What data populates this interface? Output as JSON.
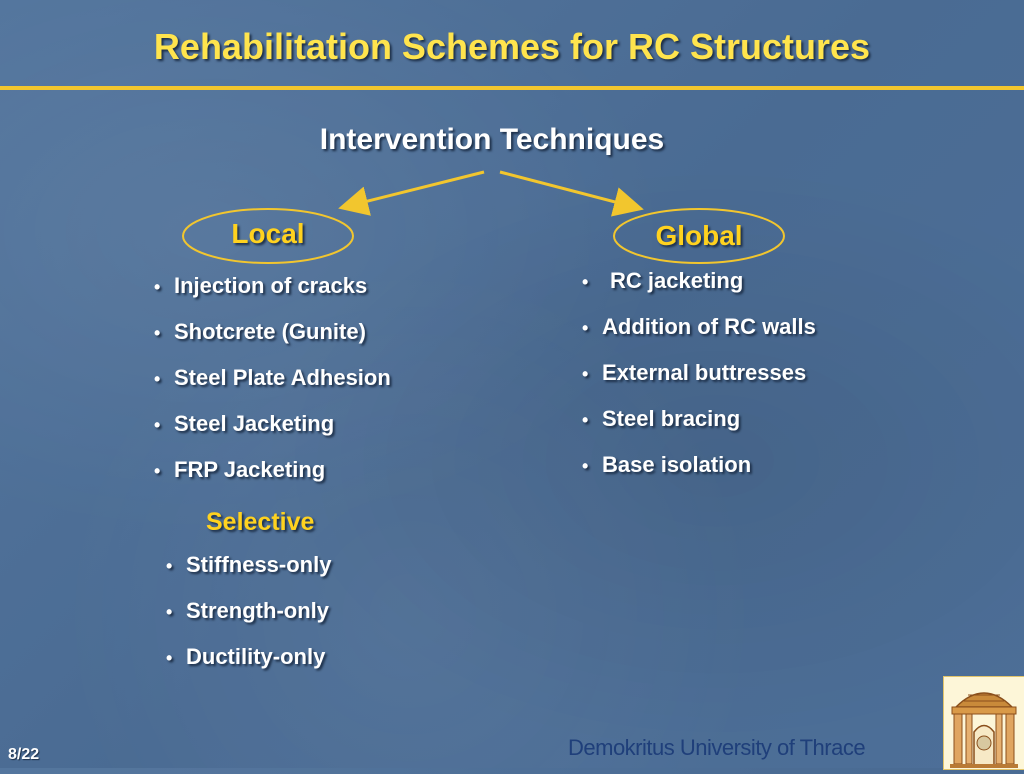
{
  "slide": {
    "title": "Rehabilitation Schemes for RC Structures",
    "subtitle": "Intervention Techniques"
  },
  "local": {
    "label": "Local",
    "items": [
      "Injection of cracks",
      "Shotcrete (Gunite)",
      "Steel Plate Adhesion",
      "Steel Jacketing",
      "FRP Jacketing"
    ]
  },
  "global": {
    "label": "Global",
    "items": [
      "RC jacketing",
      "Addition of RC walls",
      "External buttresses",
      "Steel bracing",
      "Base isolation"
    ]
  },
  "selective": {
    "label": "Selective",
    "items": [
      "Stiffness-only",
      "Strength-only",
      "Ductility-only"
    ]
  },
  "footer": {
    "page_number": "8/22",
    "university": "Demokritus University of Thrace"
  },
  "colors": {
    "background": "#4a6d96",
    "title": "#ffe44d",
    "accent_gold": "#f2c62e",
    "label_yellow": "#ffd21f",
    "text": "#ffffff",
    "university_text": "#1f3f7a"
  },
  "logo": {
    "icon": "university-building-logo"
  }
}
